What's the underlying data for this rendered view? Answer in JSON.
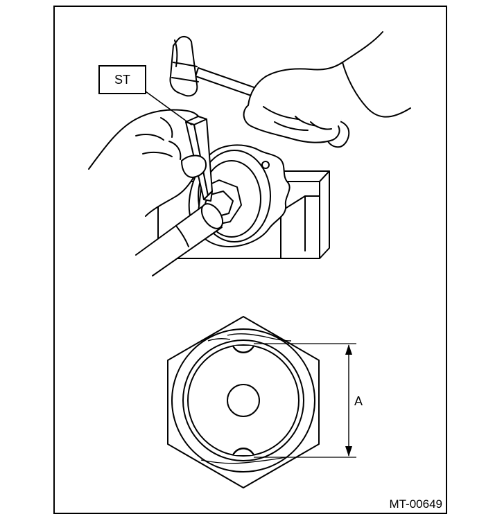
{
  "figure": {
    "callout_label": "ST",
    "dimension_label": "A",
    "figure_code": "MT-00649"
  }
}
